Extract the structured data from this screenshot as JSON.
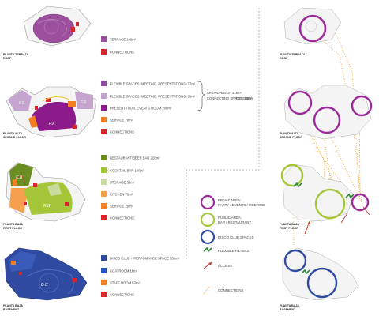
{
  "floors": [
    {
      "id": "roof",
      "label_es": "PLANTA TERRAZA",
      "label_en": "ROOF",
      "legend": [
        {
          "text": "TERRACE 190m²",
          "color": "#9b4f9c"
        },
        {
          "text": "CONNECTIONS",
          "color": "#d9232b"
        }
      ]
    },
    {
      "id": "second",
      "label_es": "PLANTA ALTA",
      "label_en": "SECOND FLOOR",
      "legend": [
        {
          "text": "FLEXIBLE SPACES (MEETING, PRESENTATIONS) 77m²",
          "color": "#8e4fa0"
        },
        {
          "text": "FLEXIBLE SPACES (MEETING, PRESENTATIONS) 39m²",
          "color": "#c5a5cf"
        },
        {
          "text": "PRESENTATION, EVENTS ROOM 200m²",
          "color": "#8c1a8a"
        },
        {
          "text": "SERVICE 78m²",
          "color": "#f47e20"
        },
        {
          "text": "CONNECTIONS",
          "color": "#d9232b"
        }
      ],
      "bracket_note": [
        "AREA EVENTS",
        "CONNECTING SPACES 100m²",
        "316m²",
        "TOT 416m²"
      ]
    },
    {
      "id": "first",
      "label_es": "PLANTA BAJA",
      "label_en": "FIRST FLOOR",
      "legend": [
        {
          "text": "RESTAURANT/BEER BAR 220m²",
          "color": "#6b8e23"
        },
        {
          "text": "COCKTAIL BAR 100m²",
          "color": "#a6c63a"
        },
        {
          "text": "STORAGE 55m²",
          "color": "#c8dca0"
        },
        {
          "text": "KITCHEN 78m²",
          "color": "#f6a04d"
        },
        {
          "text": "SERVICE 29m²",
          "color": "#f47e20"
        },
        {
          "text": "CONNECTIONS",
          "color": "#d9232b"
        }
      ]
    },
    {
      "id": "basement",
      "label_es": "PLANTA BAJA",
      "label_en": "BASEMENT",
      "legend": [
        {
          "text": "DISCO CLUB + PERFOMANCE SPACE 530m²",
          "color": "#2f4aa0"
        },
        {
          "text": "COATROOM 18m²",
          "color": "#2856b8"
        },
        {
          "text": "STAFF ROOM 53m²",
          "color": "#f47e20"
        },
        {
          "text": "CONNECTIONS",
          "color": "#d9232b"
        }
      ]
    }
  ],
  "zone_labels": {
    "p_a": "P.A",
    "f_s1": "F.S",
    "f_s2": "F.S",
    "c_b": "C.B",
    "r_b": "R.B",
    "d_c": "D.C"
  },
  "right_labels": [
    {
      "es": "PLANTA TERRAZA",
      "en": "ROOF"
    },
    {
      "es": "PLANTA ALTA",
      "en": "SECOND FLOOR"
    },
    {
      "es": "PLANTA BAJA",
      "en": "FIRST FLOOR"
    },
    {
      "es": "PLANTA BAJA",
      "en": "BASEMENT"
    }
  ],
  "key_legend": [
    {
      "lines": [
        "PRIVAT AREA:",
        "PARTY / EVENTS / MEETING"
      ],
      "color": "#9b2b9b",
      "kind": "circle"
    },
    {
      "lines": [
        "PUBLIC AREA:",
        "BAR / RESTAURANT"
      ],
      "color": "#a6c63a",
      "kind": "circle"
    },
    {
      "lines": [
        "DISCO CLUB SPACES"
      ],
      "color": "#2f4aa0",
      "kind": "circle"
    },
    {
      "lines": [
        "FLEXIBLE FILTERS"
      ],
      "color": "#2e8b3a",
      "kind": "zigzag"
    },
    {
      "lines": [
        "ACCESS"
      ],
      "color": "#c0392b",
      "kind": "arrow"
    },
    {
      "lines": [
        "CONNECTIONS"
      ],
      "color": "#f4a028",
      "kind": "dots"
    }
  ]
}
